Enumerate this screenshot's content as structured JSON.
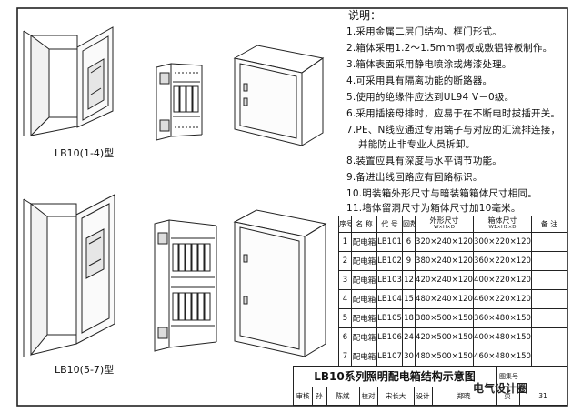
{
  "notes": {
    "title": "说明：",
    "items": [
      "1.采用金属二层门结构、框门形式。",
      "2.箱体采用1.2～1.5mm钢板或敷铝锌板制作。",
      "3.箱体表面采用静电喷涂或烤漆处理。",
      "4.可采用具有隔离功能的断路器。",
      "5.使用的绝缘件应达到UL94 V－0级。",
      "6.采用插接母排时，应易于在不断电时拔插开关。",
      "7.PE、N线应通过专用端子与对应的汇流排连接，",
      "并能防止非专业人员拆卸。",
      "8.装置应具有深度与水平调节功能。",
      "9.备进出线回路应有回路标识。",
      "10.明装箱外形尺寸与暗装箱箱体尺寸相同。",
      "11.墙体留洞尺寸为箱体尺寸加10毫米。"
    ]
  },
  "labels": {
    "top_model": "LB10(1-4)型",
    "bottom_model": "LB10(5-7)型"
  },
  "table": {
    "headers": [
      "序号",
      "名 称",
      "代 号",
      "回数",
      "外形尺寸",
      "W×H×D",
      "箱体尺寸",
      "W1×H1×D",
      "备 注"
    ],
    "rows": [
      [
        "1",
        "配电箱",
        "LB101",
        "6",
        "320×240×120",
        "300×220×120",
        ""
      ],
      [
        "2",
        "配电箱",
        "LB102",
        "9",
        "380×240×120",
        "360×220×120",
        ""
      ],
      [
        "3",
        "配电箱",
        "LB103",
        "12",
        "420×240×120",
        "400×220×120",
        ""
      ],
      [
        "4",
        "配电箱",
        "LB104",
        "15",
        "480×240×120",
        "460×220×120",
        ""
      ],
      [
        "5",
        "配电箱",
        "LB105",
        "18",
        "380×500×150",
        "360×480×150",
        ""
      ],
      [
        "6",
        "配电箱",
        "LB106",
        "24",
        "420×500×150",
        "400×480×150",
        ""
      ],
      [
        "7",
        "配电箱",
        "LB107",
        "30",
        "480×500×150",
        "460×480×150",
        ""
      ]
    ]
  },
  "title_block": {
    "title": "LB10系列照明配电箱结构示意图",
    "atlas_label": "图集号",
    "row2": [
      "审核",
      "孙",
      "陈斌",
      "校对",
      "宋长大",
      "设计",
      "郑晓"
    ],
    "page_label": "页",
    "page_no": "31"
  },
  "watermark": "电气设计圈"
}
